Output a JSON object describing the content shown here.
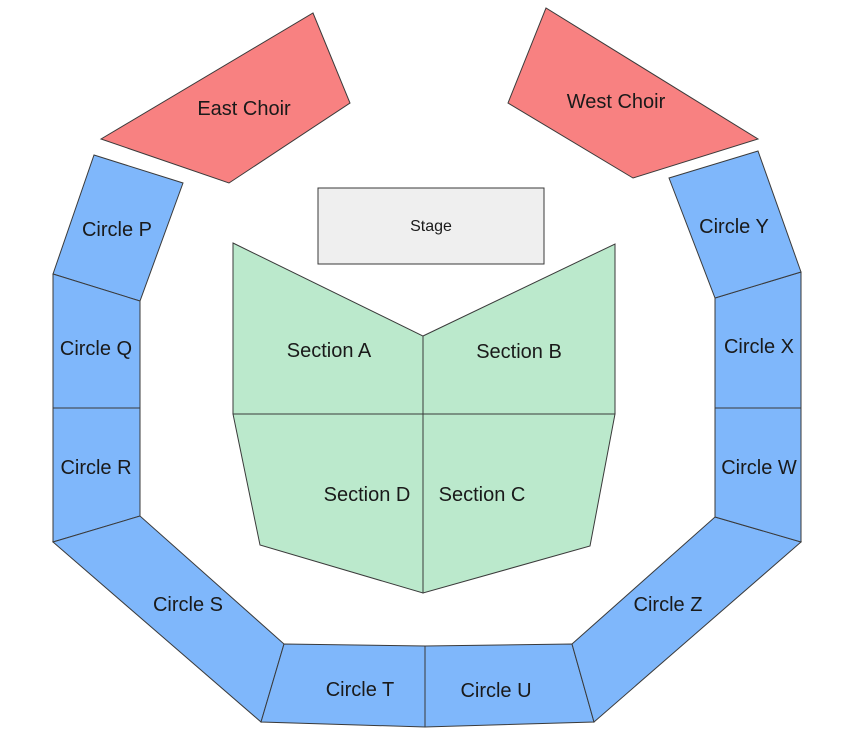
{
  "colors": {
    "choir_fill": "#f88181",
    "circle_fill": "#7fb7fb",
    "section_fill": "#bbe9cc",
    "stage_fill": "#efefef",
    "stroke": "#3a3a3a"
  },
  "stage": {
    "label": "Stage"
  },
  "choirs": {
    "east": "East Choir",
    "west": "West Choir"
  },
  "sections": {
    "a": "Section A",
    "b": "Section B",
    "c": "Section C",
    "d": "Section D"
  },
  "circles": {
    "p": "Circle P",
    "q": "Circle Q",
    "r": "Circle R",
    "s": "Circle S",
    "t": "Circle T",
    "u": "Circle U",
    "z": "Circle Z",
    "w": "Circle W",
    "x": "Circle X",
    "y": "Circle Y"
  }
}
